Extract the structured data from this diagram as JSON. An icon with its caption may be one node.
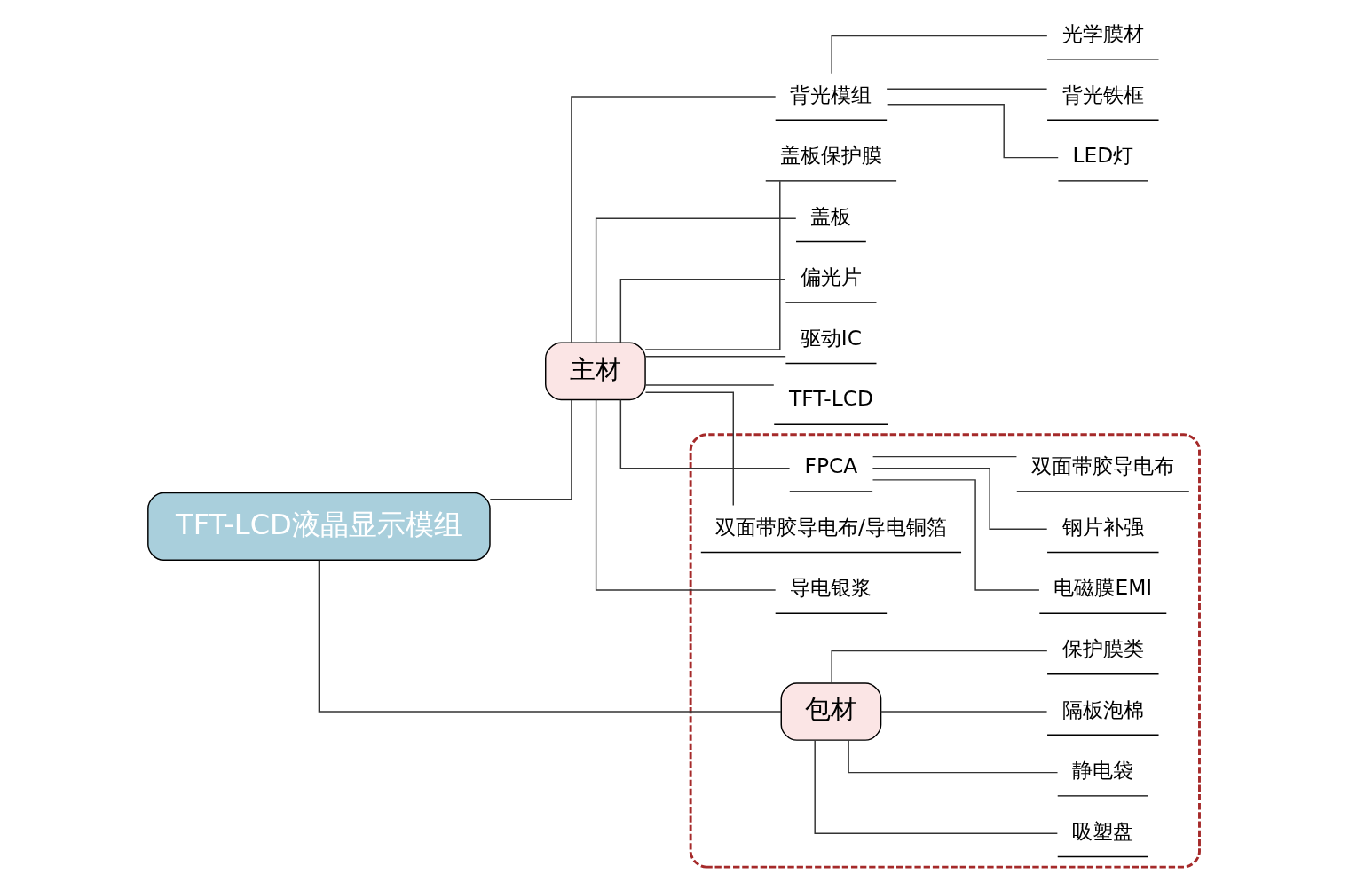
{
  "diagram": {
    "nodes": [
      {
        "text": [
          "TFT-LCD液晶显示模组"
        ]
      },
      {
        "text": [
          "主材"
        ]
      },
      {
        "text": [
          "盖板保护膜"
        ]
      },
      {
        "text": [
          "盖板"
        ]
      },
      {
        "text": [
          "偏光片"
        ]
      },
      {
        "text": [
          "驱动IC"
        ]
      },
      {
        "text": [
          "TFT-LCD"
        ]
      },
      {
        "text": [
          "背光模组"
        ]
      },
      {
        "text": [
          "背光铁框"
        ]
      },
      {
        "text": [
          "LED灯"
        ]
      },
      {
        "text": [
          "光学膜材"
        ]
      },
      {
        "text": [],
        "shape": "box"
      },
      {
        "text": [
          "FPCA"
        ],
        "in": 11
      },
      {
        "text": [
          "电磁膜EMI"
        ],
        "in": 11
      },
      {
        "text": [
          "钢片补强"
        ],
        "in": 11
      },
      {
        "text": [
          "双面带胶导电布"
        ],
        "in": 11
      },
      {
        "text": [
          "双面带胶导电布/导电铜箔"
        ],
        "in": 11
      },
      {
        "text": [
          "导电银浆"
        ],
        "in": 11
      },
      {
        "text": [
          "包材"
        ],
        "in": 11
      },
      {
        "text": [
          "吸塑盘"
        ],
        "in": 11
      },
      {
        "text": [
          "静电袋"
        ],
        "in": 11
      },
      {
        "text": [
          "隔板泡棉"
        ],
        "in": 11
      },
      {
        "text": [
          "保护膜类"
        ],
        "in": 11
      }
    ],
    "edges": [
      {
        "from": 0,
        "to": 1,
        "arrow": "none"
      },
      {
        "from": 0,
        "to": 18,
        "arrow": "none"
      },
      {
        "from": 1,
        "to": 2,
        "arrow": "none"
      },
      {
        "from": 1,
        "to": 3,
        "arrow": "none"
      },
      {
        "from": 1,
        "to": 4,
        "arrow": "none"
      },
      {
        "from": 1,
        "to": 5,
        "arrow": "none"
      },
      {
        "from": 1,
        "to": 6,
        "arrow": "none"
      },
      {
        "from": 1,
        "to": 7,
        "arrow": "none"
      },
      {
        "from": 7,
        "to": 8,
        "arrow": "none"
      },
      {
        "from": 7,
        "to": 9,
        "arrow": "none"
      },
      {
        "from": 7,
        "to": 10,
        "arrow": "none"
      },
      {
        "from": 1,
        "to": 12,
        "arrow": "none"
      },
      {
        "from": 12,
        "to": 13,
        "arrow": "none"
      },
      {
        "from": 12,
        "to": 14,
        "arrow": "none"
      },
      {
        "from": 12,
        "to": 15,
        "arrow": "none"
      },
      {
        "from": 1,
        "to": 16,
        "arrow": "none"
      },
      {
        "from": 1,
        "to": 17,
        "arrow": "none"
      },
      {
        "from": 18,
        "to": 19,
        "arrow": "none"
      },
      {
        "from": 18,
        "to": 20,
        "arrow": "none"
      },
      {
        "from": 18,
        "to": 21,
        "arrow": "none"
      },
      {
        "from": 18,
        "to": 22,
        "arrow": "none"
      }
    ]
  }
}
